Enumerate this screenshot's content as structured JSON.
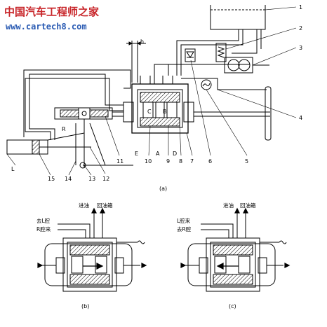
{
  "watermark": {
    "brand": "中国汽车工程师之家",
    "url": "www.cartech8.com"
  },
  "dimension_label": "h",
  "part_numbers": [
    "1",
    "2",
    "3",
    "4",
    "5",
    "6",
    "7",
    "8",
    "9",
    "10",
    "11",
    "12",
    "13",
    "14",
    "15"
  ],
  "letter_labels": {
    "R": "R",
    "L": "L",
    "C": "C",
    "B_valve": "B",
    "E": "E",
    "A": "A",
    "D": "D"
  },
  "captions": {
    "a": "(a)",
    "b": "(b)",
    "c": "(c)"
  },
  "sub_b": {
    "oil_in": "进油",
    "oil_return": "回油箱",
    "to_L": "去L腔",
    "from_R": "R腔来"
  },
  "sub_c": {
    "oil_in": "进油",
    "oil_return": "回油箱",
    "from_L": "L腔来",
    "to_R": "去R腔"
  }
}
